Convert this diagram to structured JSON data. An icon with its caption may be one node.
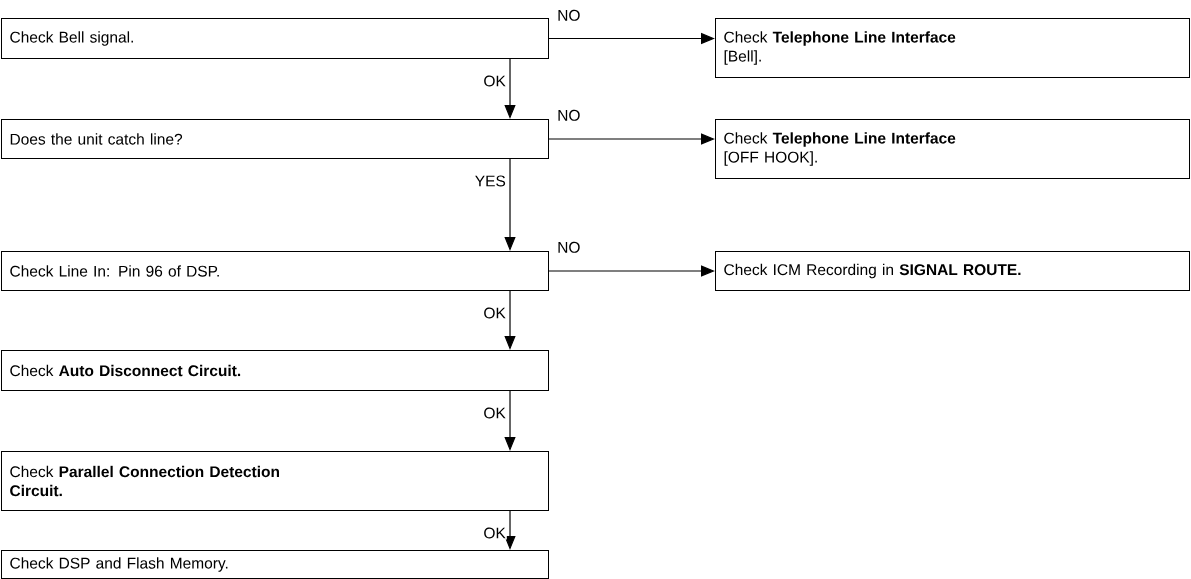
{
  "diagram": {
    "nodes": [
      {
        "text": [
          "Check Bell signal."
        ]
      },
      {
        "text": [
          "Check **Telephone Line Interface** [Bell]."
        ]
      },
      {
        "text": [
          "Does the unit catch line?"
        ]
      },
      {
        "text": [
          "Check **Telephone Line Interface** [OFF HOOK]."
        ]
      },
      {
        "text": [
          "Check Line In: Pin 96 of DSP."
        ]
      },
      {
        "text": [
          "Check ICM Recording in **SIGNAL ROUTE.**"
        ]
      },
      {
        "text": [
          "Check **Auto Disconnect Circuit.**"
        ]
      },
      {
        "text": [
          "Check **Parallel Connection Detection Circuit.**"
        ]
      },
      {
        "text": [
          "Check DSP and Flash Memory."
        ]
      }
    ],
    "edges": [
      {
        "from": 0,
        "to": 1,
        "arrow": "to",
        "label": "NO"
      },
      {
        "from": 0,
        "to": 2,
        "arrow": "to",
        "label": "OK"
      },
      {
        "from": 2,
        "to": 3,
        "arrow": "to",
        "label": "NO"
      },
      {
        "from": 2,
        "to": 4,
        "arrow": "to",
        "label": "YES"
      },
      {
        "from": 4,
        "to": 5,
        "arrow": "to",
        "label": "NO"
      },
      {
        "from": 4,
        "to": 6,
        "arrow": "to",
        "label": "OK"
      },
      {
        "from": 6,
        "to": 7,
        "arrow": "to",
        "label": "OK"
      },
      {
        "from": 7,
        "to": 8,
        "arrow": "to",
        "label": "OK"
      }
    ]
  }
}
